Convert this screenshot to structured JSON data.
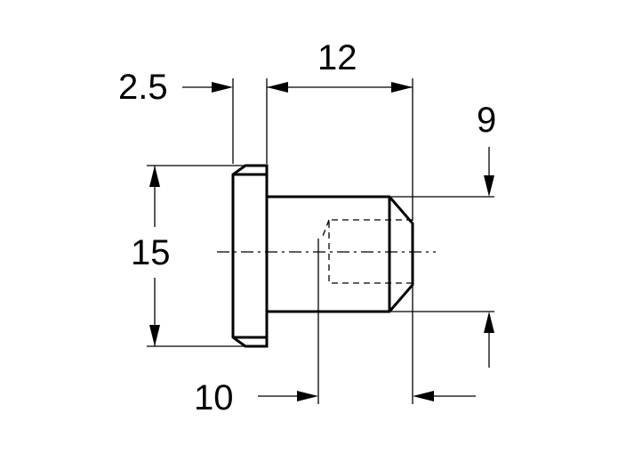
{
  "dimensions": {
    "head_thickness": "2.5",
    "overall_length": "12",
    "shank_diameter": "9",
    "head_diameter": "15",
    "hole_depth": "10"
  }
}
